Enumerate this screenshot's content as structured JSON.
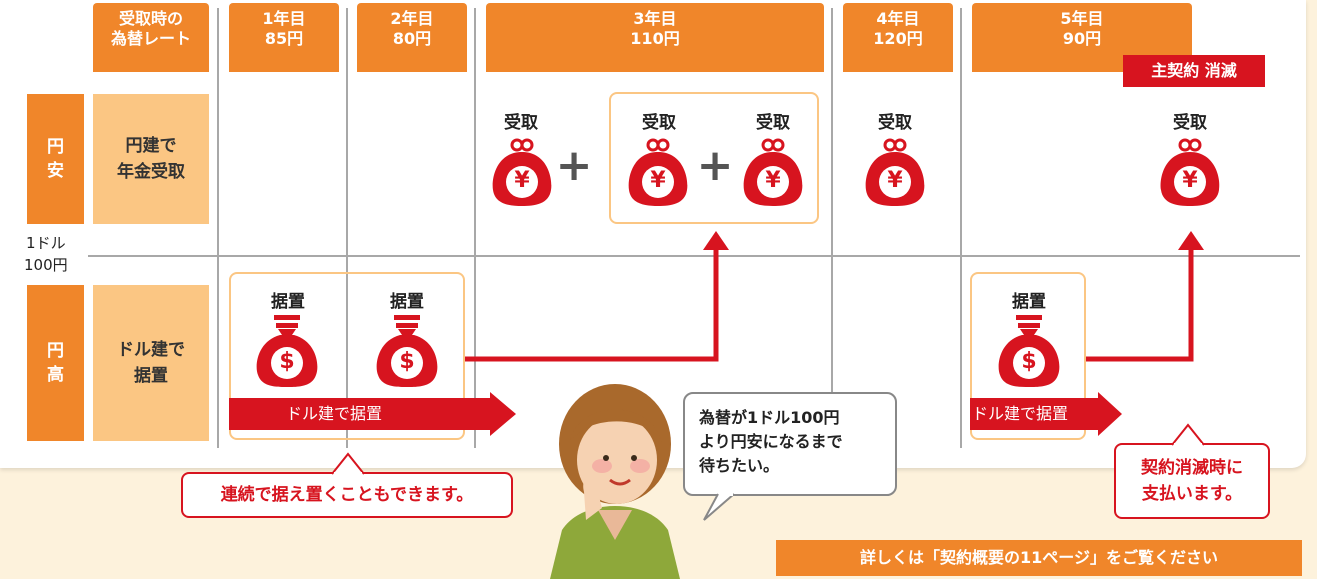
{
  "header": {
    "rate_label": "受取時の\n為替レート",
    "years": [
      {
        "label": "1年目\n85円"
      },
      {
        "label": "2年目\n80円"
      },
      {
        "label": "3年目\n110円"
      },
      {
        "label": "4年目\n120円"
      },
      {
        "label": "5年目\n90円"
      }
    ]
  },
  "side": {
    "yen_weak": "円\n安",
    "yen_strong": "円\n高",
    "rate_marker": "1ドル\n100円"
  },
  "rows": {
    "upper": "円建で\n年金受取",
    "lower": "ドル建で\n据置"
  },
  "labels": {
    "receive": "受取",
    "defer": "据置",
    "plus": "+",
    "yen_symbol": "¥",
    "dollar_symbol": "$"
  },
  "badge": "主契約 消滅",
  "arrows": {
    "defer_left": "ドル建で据置",
    "defer_right": "ドル建で据置"
  },
  "callouts": {
    "consecutive": "連続で据え置くこともできます。",
    "termination": "契約消滅時に\n支払います。"
  },
  "speech": "為替が1ドル100円\nより円安になるまで\n待ちたい。",
  "detail": "詳しくは「契約概要の11ページ」をご覧ください",
  "colors": {
    "orange": "#f0862a",
    "light_orange": "#fbc683",
    "red": "#d7141f",
    "gray": "#a8a8a8"
  }
}
